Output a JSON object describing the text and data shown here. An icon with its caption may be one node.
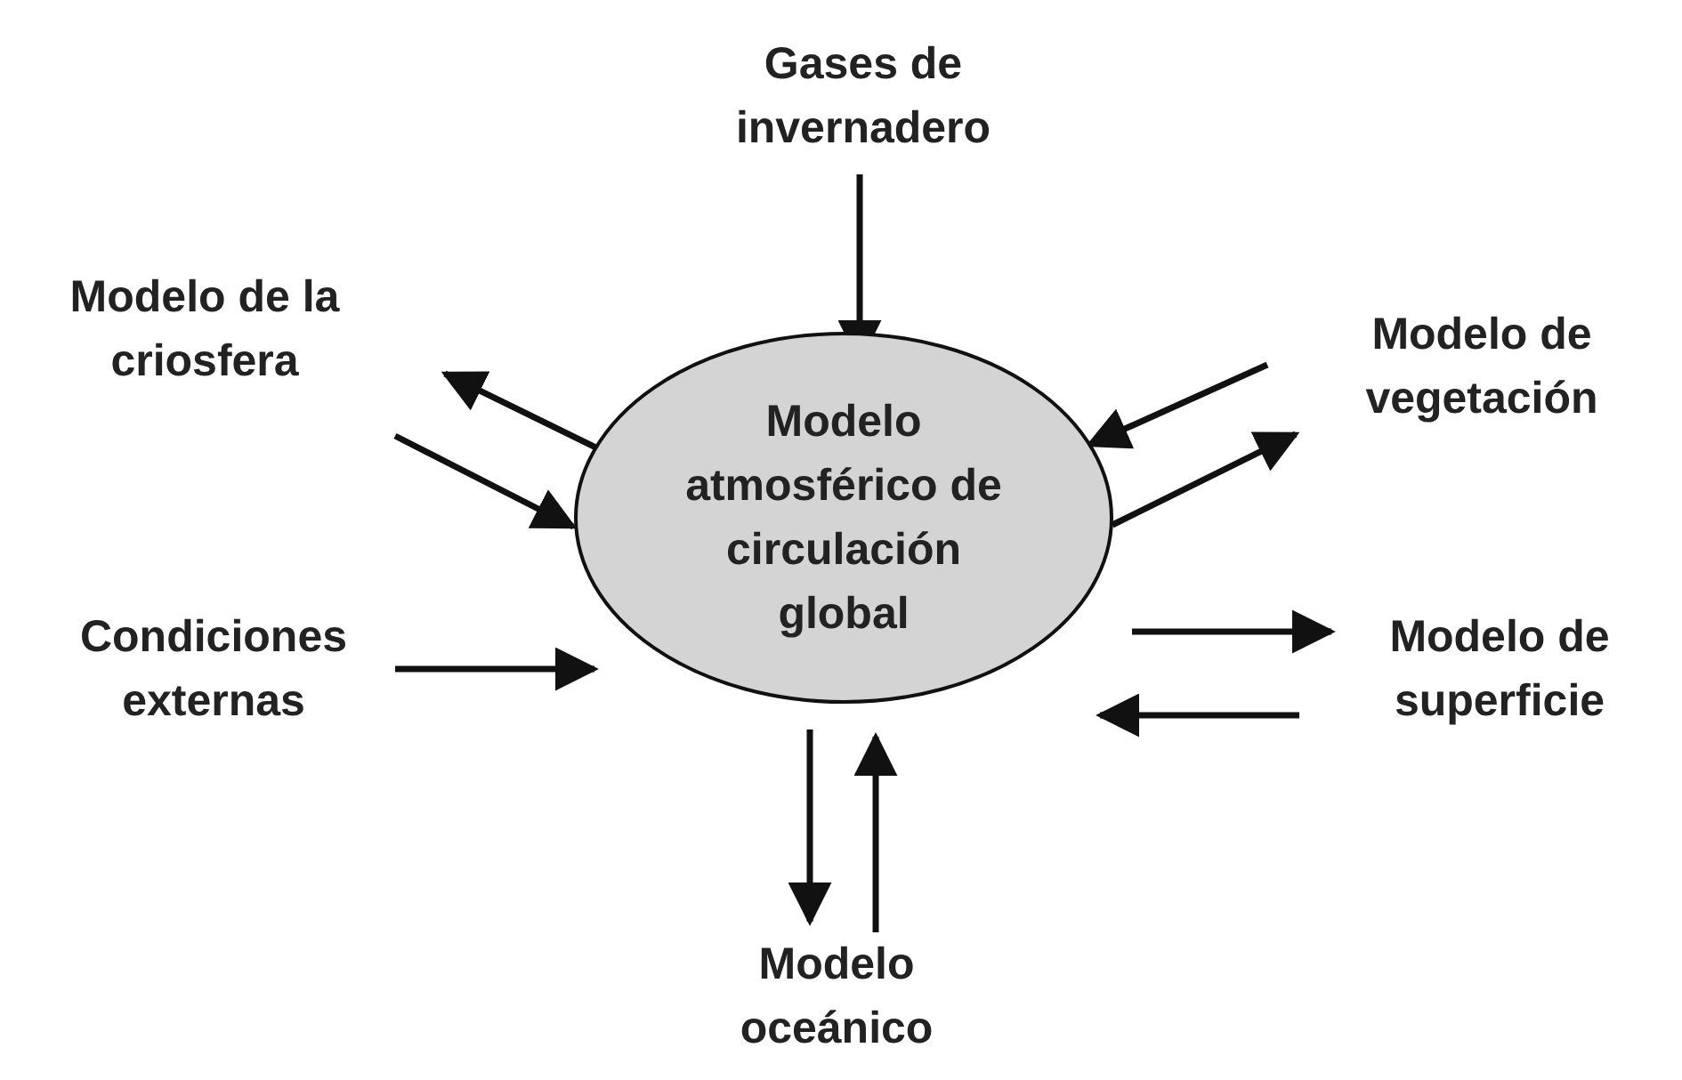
{
  "diagram": {
    "nodes": [
      {
        "text": [
          "Modelo atmosférico de circulación global"
        ]
      },
      {
        "text": [
          "Gases de invernadero"
        ]
      },
      {
        "text": [
          "Modelo de la criosfera"
        ]
      },
      {
        "text": [
          "Modelo de vegetación"
        ]
      },
      {
        "text": [
          "Condiciones externas"
        ]
      },
      {
        "text": [
          "Modelo de superficie"
        ]
      },
      {
        "text": [
          "Modelo oceánico"
        ]
      }
    ],
    "edges": [
      {
        "from": 1,
        "to": 0,
        "arrow": "to"
      },
      {
        "from": 0,
        "to": 2,
        "arrow": "to"
      },
      {
        "from": 2,
        "to": 0,
        "arrow": "to"
      },
      {
        "from": 3,
        "to": 0,
        "arrow": "to"
      },
      {
        "from": 0,
        "to": 3,
        "arrow": "to"
      },
      {
        "from": 4,
        "to": 0,
        "arrow": "to"
      },
      {
        "from": 0,
        "to": 5,
        "arrow": "to"
      },
      {
        "from": 5,
        "to": 0,
        "arrow": "to"
      },
      {
        "from": 0,
        "to": 6,
        "arrow": "to"
      },
      {
        "from": 6,
        "to": 0,
        "arrow": "to"
      }
    ]
  }
}
